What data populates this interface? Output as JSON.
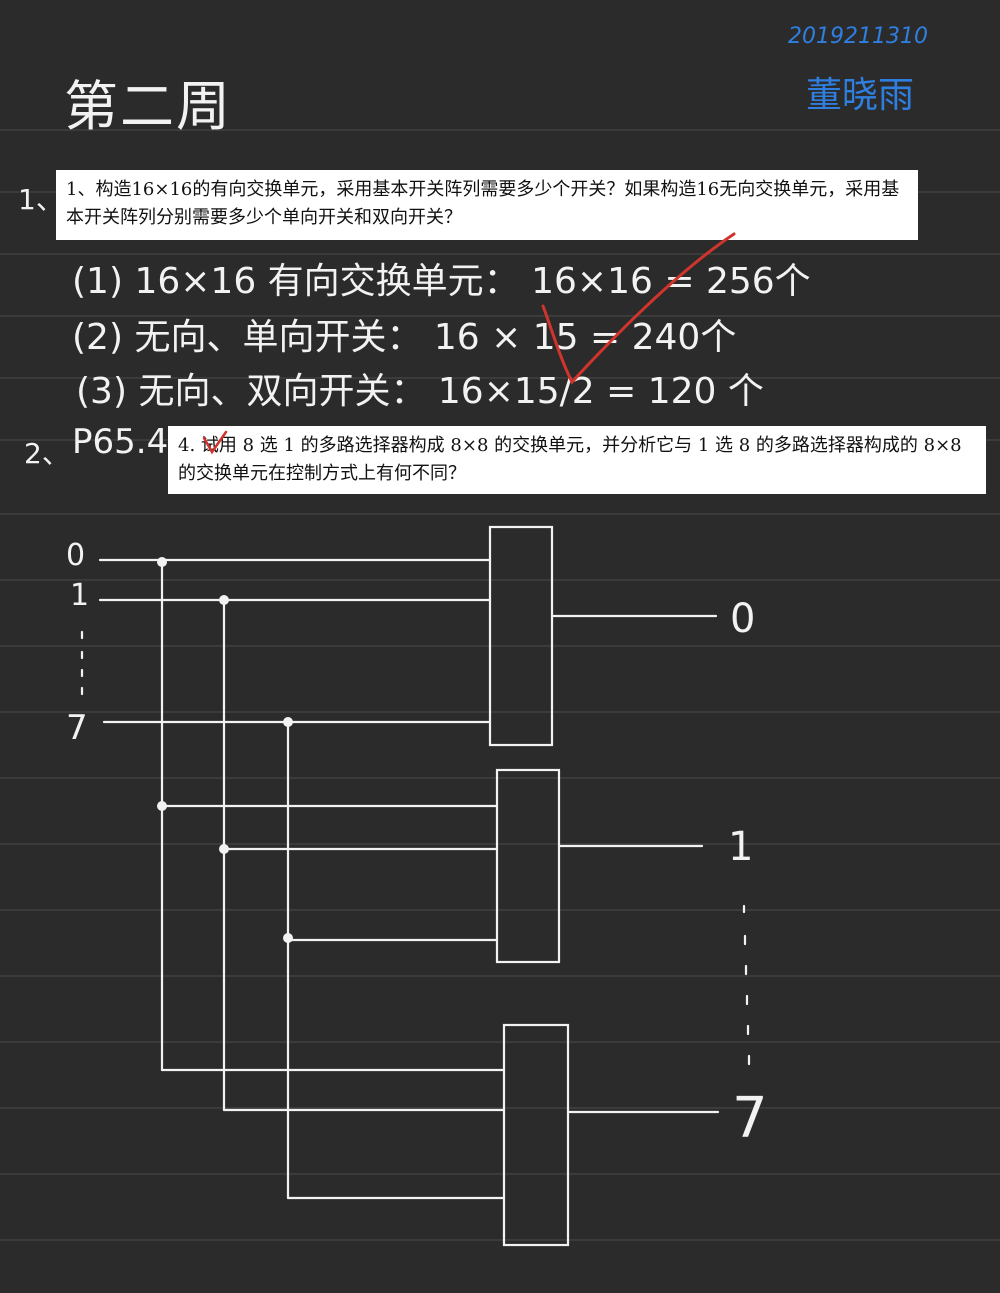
{
  "header": {
    "title": "第二周",
    "student_id": "2019211310",
    "student_name": "董晓雨"
  },
  "q1": {
    "number": "1、",
    "text": "1、构造16×16的有向交换单元，采用基本开关阵列需要多少个开关？如果构造16无向交换单元，采用基本开关阵列分别需要多少个单向开关和双向开关？",
    "answers": [
      "(1) 16×16 有向交换单元： 16×16 = 256个",
      "(2) 无向、单向开关： 16 × 15 = 240个",
      "(3) 无向、双向开关： 16×15/2 = 120 个"
    ]
  },
  "q2": {
    "number": "2、",
    "ref": "P65.4",
    "text": "4. 试用 8 选 1 的多路选择器构成 8×8 的交换单元，并分析它与 1 选 8 的多路选择器构成的 8×8 的交换单元在控制方式上有何不同？",
    "diagram": {
      "inputs": [
        "0",
        "1",
        "7"
      ],
      "outputs": [
        "0",
        "1",
        "7"
      ]
    }
  },
  "colors": {
    "background": "#2b2b2b",
    "ink": "#f2f2f2",
    "signature": "#2f7fe0",
    "check": "#d0342c"
  }
}
